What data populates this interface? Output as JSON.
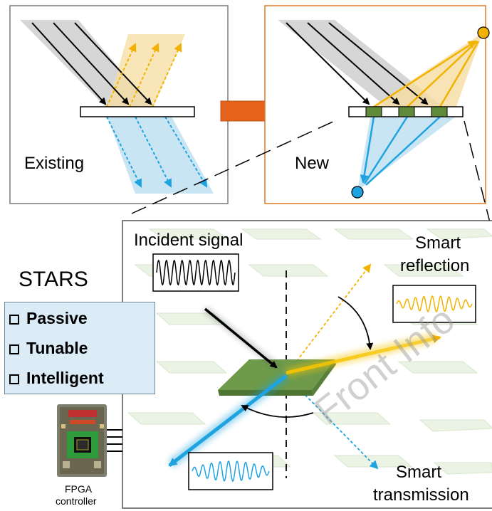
{
  "panels": {
    "existing_label": "Existing",
    "new_label": "New"
  },
  "main": {
    "incident_label": "Incident signal",
    "stars_label": "STARS",
    "reflection_line1": "Smart",
    "reflection_line2": "reflection",
    "transmission_line1": "Smart",
    "transmission_line2": "transmission",
    "fpga_line1": "FPGA",
    "fpga_line2": "controller"
  },
  "features": [
    "Passive",
    "Tunable",
    "Intelligent"
  ],
  "watermark": "Front Info",
  "colors": {
    "incident": "#000000",
    "reflected": "#f2b200",
    "transmitted": "#1ea3e0",
    "surface": "#6e9a4a",
    "new_border": "#e07a20",
    "arrow_big": "#e5621c"
  }
}
